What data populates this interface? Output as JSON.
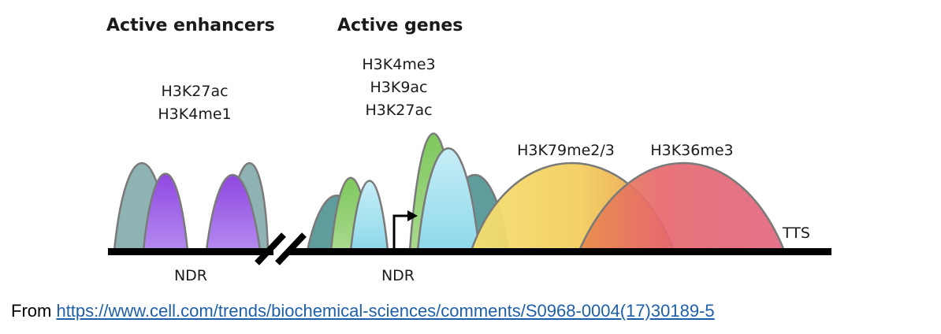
{
  "headings": {
    "enhancers": "Active enhancers",
    "genes": "Active genes"
  },
  "enhancer_marks": [
    "H3K27ac",
    "H3K4me1"
  ],
  "gene_marks": [
    "H3K4me3",
    "H3K9ac",
    "H3K27ac"
  ],
  "body_marks": {
    "k79": "H3K79me2/3",
    "k36": "H3K36me3"
  },
  "labels": {
    "ndr_left": "NDR",
    "ndr_right": "NDR",
    "tts": "TTS"
  },
  "source": {
    "prefix": "From ",
    "url": "https://www.cell.com/trends/biochemical-sciences/comments/S0968-0004(17)30189-5"
  },
  "colors": {
    "teal_gray": "#8fb3b3",
    "purple": "#9b5ce6",
    "dark_teal": "#5f9c9c",
    "green": "#8fcc6f",
    "light_cyan": "#a6e4f2",
    "yellow": "#f2d263",
    "orange": "#e98a49",
    "pink": "#e0577a",
    "link": "#1f5fa8"
  }
}
